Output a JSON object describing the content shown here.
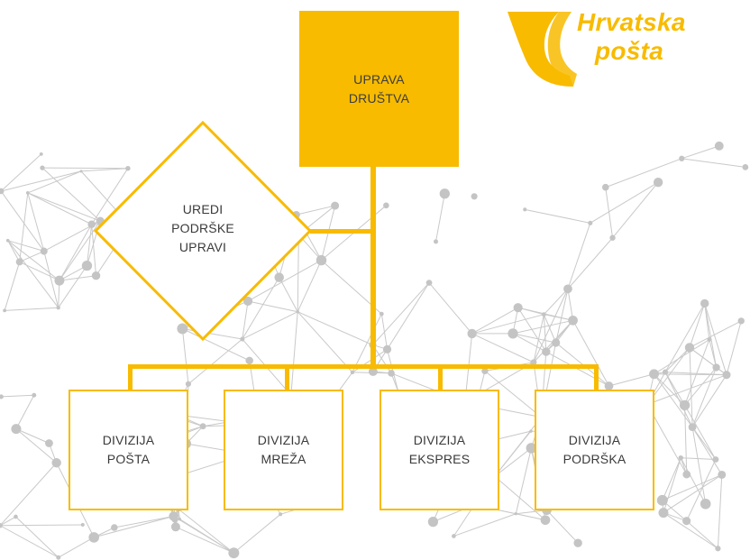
{
  "logo": {
    "line1": "Hrvatska",
    "line2": "pošta",
    "brand_color": "#f8bb00"
  },
  "board": {
    "line1": "UPRAVA",
    "line2": "DRUŠTVA"
  },
  "support_offices": {
    "line1": "UREDI",
    "line2": "PODRŠKE",
    "line3": "UPRAVI"
  },
  "divisions": [
    {
      "line1": "DIVIZIJA",
      "line2": "POŠTA"
    },
    {
      "line1": "DIVIZIJA",
      "line2": "MREŽA"
    },
    {
      "line1": "DIVIZIJA",
      "line2": "EKSPRES"
    },
    {
      "line1": "DIVIZIJA",
      "line2": "PODRŠKA"
    }
  ],
  "colors": {
    "accent": "#f8bb00",
    "network": "#c9c9c9",
    "text": "#3a3a3a"
  }
}
